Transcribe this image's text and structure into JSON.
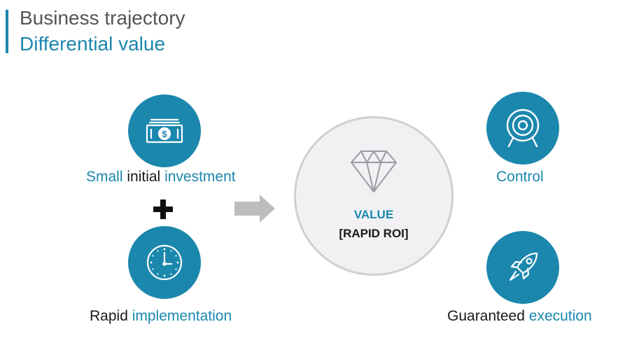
{
  "header": {
    "title_line1": "Business trajectory",
    "title_line2": "Differential value"
  },
  "left": {
    "investment": {
      "icon": "money-icon",
      "parts": [
        "Small",
        "initial",
        "investment"
      ]
    },
    "plus_icon": "plus-icon",
    "implementation": {
      "icon": "clock-icon",
      "parts": [
        "Rapid",
        "implementation"
      ]
    }
  },
  "arrow_icon": "arrow-right-icon",
  "center": {
    "icon": "diamond-icon",
    "value_label": "VALUE",
    "roi_label": "[RAPID ROI]"
  },
  "right": {
    "control": {
      "icon": "target-icon",
      "label": "Control"
    },
    "execution": {
      "icon": "rocket-icon",
      "parts": [
        "Guaranteed",
        "execution"
      ]
    }
  },
  "colors": {
    "accent": "#1b87ad",
    "text": "#1a1a1a",
    "title_gray": "#555555",
    "circle_fill": "#f1f1f3",
    "circle_stroke": "#cfcfd4",
    "arrow": "#bdbdc0"
  }
}
